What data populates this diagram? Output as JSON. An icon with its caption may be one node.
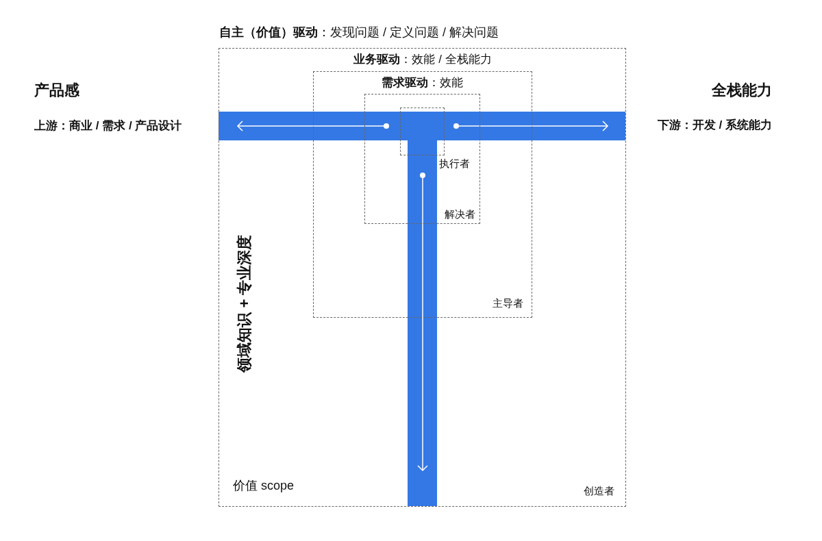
{
  "diagram": {
    "nodes": [
      {
        "text": [
          "**自主（价值）驱动**：发现问题 / 定义问题 / 解决问题",
          "价值 scope",
          "创造者"
        ]
      },
      {
        "text": [
          "**业务驱动**：效能 / 全栈能力",
          "主导者"
        ],
        "in": 0
      },
      {
        "text": [
          "**需求驱动**：效能",
          "解决者"
        ],
        "in": 1
      },
      {
        "text": [
          "执行者"
        ],
        "in": 2
      }
    ],
    "labels": [
      "产品感",
      "全栈能力",
      "上游：商业 / 需求 / 产品设计",
      "下游：开发 / 系统能力",
      "领域知识 + 专业深度"
    ]
  }
}
